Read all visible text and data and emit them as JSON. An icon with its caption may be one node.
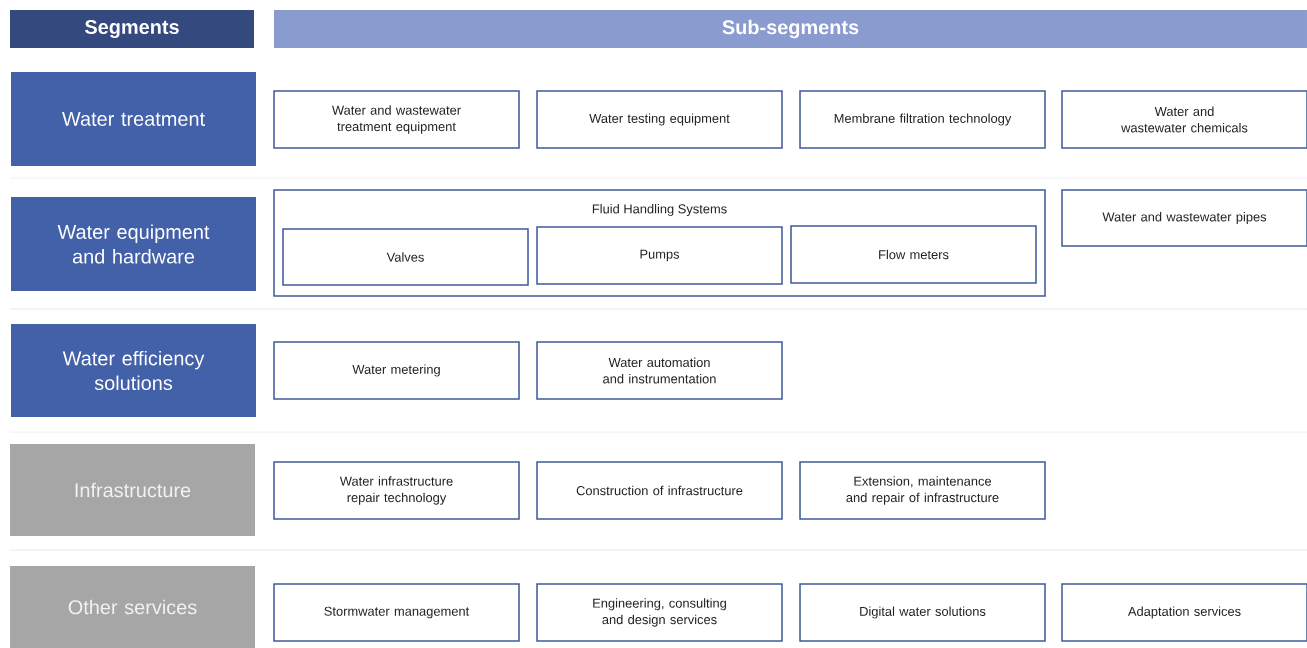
{
  "diagram": {
    "nodes": [
      {
        "text": [
          "Segments"
        ]
      },
      {
        "text": [
          "Sub-segments"
        ]
      },
      {
        "text": [
          "Water treatment"
        ]
      },
      {
        "text": [
          "Water and wastewater treatment equipment"
        ]
      },
      {
        "text": [
          "Water testing equipment"
        ]
      },
      {
        "text": [
          "Membrane filtration technology"
        ]
      },
      {
        "text": [
          "Water and wastewater chemicals"
        ]
      },
      {
        "text": [
          "Water equipment and hardware"
        ]
      },
      {
        "text": [
          "Fluid Handling Systems"
        ]
      },
      {
        "text": [
          "Valves"
        ],
        "in": 8
      },
      {
        "text": [
          "Pumps"
        ],
        "in": 8
      },
      {
        "text": [
          "Flow meters"
        ],
        "in": 8
      },
      {
        "text": [
          "Water and wastewater pipes"
        ]
      },
      {
        "text": [
          "Water efficiency solutions"
        ]
      },
      {
        "text": [
          "Water metering"
        ]
      },
      {
        "text": [
          "Water automation and instrumentation"
        ]
      },
      {
        "text": [
          "Infrastructure"
        ]
      },
      {
        "text": [
          "Water infrastructure repair technology"
        ]
      },
      {
        "text": [
          "Construction of infrastructure"
        ]
      },
      {
        "text": [
          "Extension, maintenance and repair of infrastructure"
        ]
      },
      {
        "text": [
          "Other services"
        ]
      },
      {
        "text": [
          "Stormwater management"
        ]
      },
      {
        "text": [
          "Engineering, consulting and design services"
        ]
      },
      {
        "text": [
          "Digital water solutions"
        ]
      },
      {
        "text": [
          "Adaptation services"
        ]
      }
    ]
  }
}
